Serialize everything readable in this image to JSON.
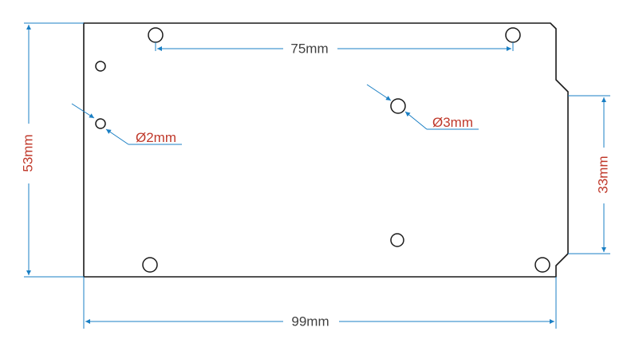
{
  "dimensions": {
    "width_label": "99mm",
    "height_label": "53mm",
    "hole_spacing_label": "75mm",
    "port_height_label": "33mm",
    "small_hole_label": "Ø2mm",
    "large_hole_label": "Ø3mm"
  },
  "colors": {
    "outline": "#1a1a1a",
    "dimension_line": "#1a7fc4",
    "blue_label": "#404040",
    "red_label": "#c0392b"
  }
}
